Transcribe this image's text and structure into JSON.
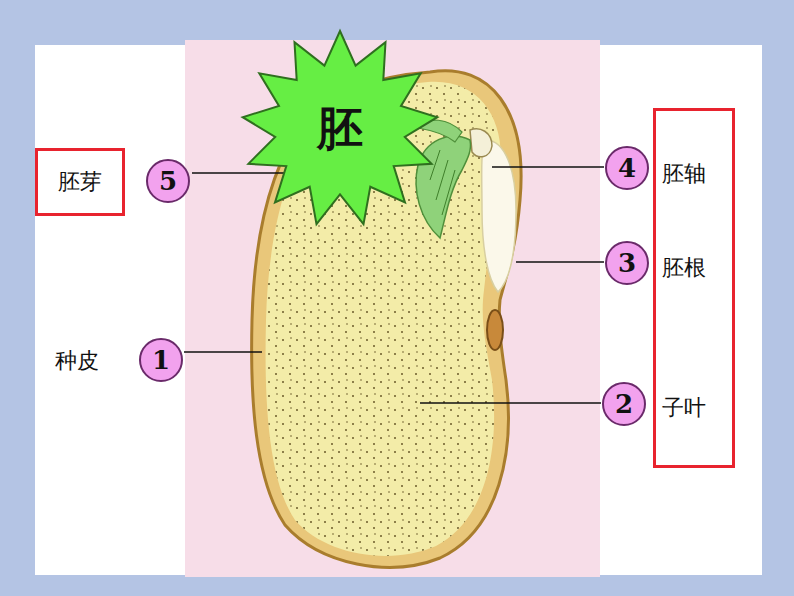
{
  "diagram": {
    "nodes": [
      {
        "text": [
          "胚"
        ]
      },
      {
        "text": [
          "胚芽"
        ]
      },
      {
        "text": [
          "5"
        ]
      },
      {
        "text": [
          "4"
        ]
      },
      {
        "text": [
          "胚轴",
          "胚根",
          "子叶"
        ]
      },
      {
        "text": [
          "3"
        ]
      },
      {
        "text": [
          "1"
        ]
      },
      {
        "text": [
          "2"
        ]
      }
    ],
    "labels": [
      "种皮"
    ]
  }
}
